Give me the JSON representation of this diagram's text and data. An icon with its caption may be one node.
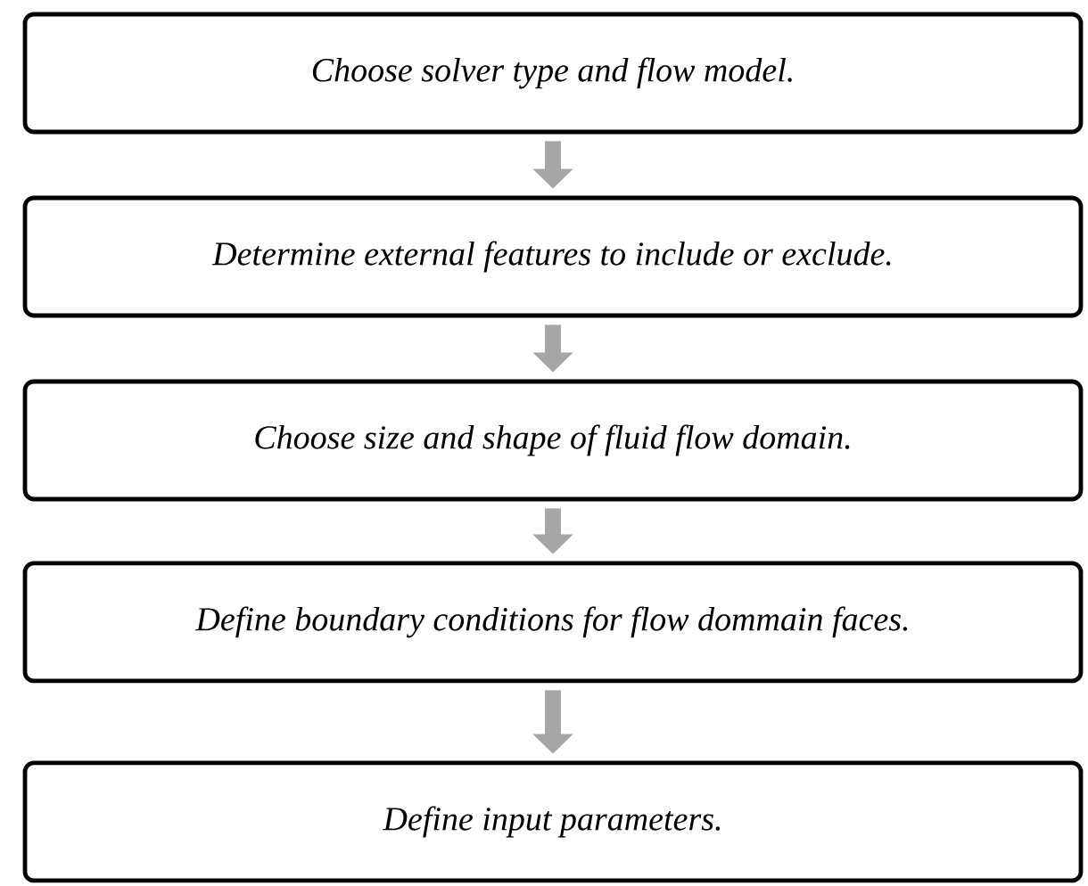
{
  "diagram": {
    "nodes": [
      {
        "text": [
          "Choose solver type and flow model."
        ]
      },
      {
        "text": [
          "Determine external features to include or exclude."
        ]
      },
      {
        "text": [
          "Choose size and shape of fluid flow domain."
        ]
      },
      {
        "text": [
          "Define boundary conditions for flow dommain faces."
        ]
      },
      {
        "text": [
          "Define input parameters."
        ]
      }
    ],
    "edges": [
      {
        "from": 0,
        "to": 1,
        "arrow": "to"
      },
      {
        "from": 1,
        "to": 2,
        "arrow": "to"
      },
      {
        "from": 2,
        "to": 3,
        "arrow": "to"
      },
      {
        "from": 3,
        "to": 4,
        "arrow": "to"
      }
    ]
  }
}
